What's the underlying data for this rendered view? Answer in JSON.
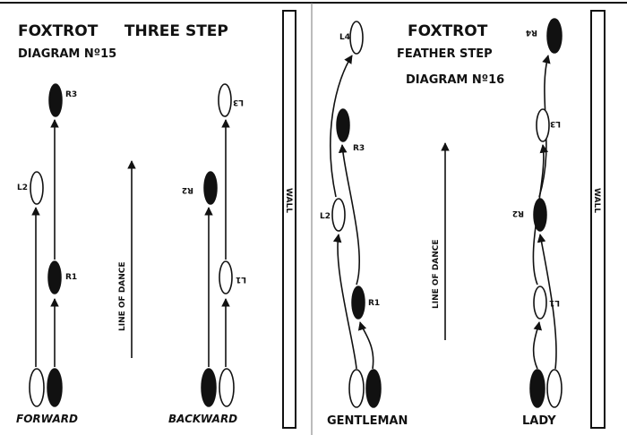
{
  "left_diagram": {
    "title": "FOXTROT     THREE STEP",
    "subtitle": "DIAGRAM Nº15",
    "forward": {
      "caption": "FORWARD",
      "steps": [
        "R3",
        "L2",
        "R1"
      ]
    },
    "backward": {
      "caption": "BACKWARD",
      "steps": [
        "L3",
        "R2",
        "L1"
      ]
    },
    "line_of_dance": "LINE OF DANCE",
    "wall": "WALL"
  },
  "right_diagram": {
    "title": "FOXTROT",
    "subtitle": "FEATHER STEP",
    "diagram_number": "DIAGRAM Nº16",
    "gentleman": {
      "caption": "GENTLEMAN",
      "steps": [
        "L4",
        "R3",
        "L2",
        "R1"
      ]
    },
    "lady": {
      "caption": "LADY",
      "steps": [
        "R4",
        "L3",
        "R2",
        "L1"
      ]
    },
    "line_of_dance": "LINE OF DANCE",
    "wall": "WALL"
  }
}
